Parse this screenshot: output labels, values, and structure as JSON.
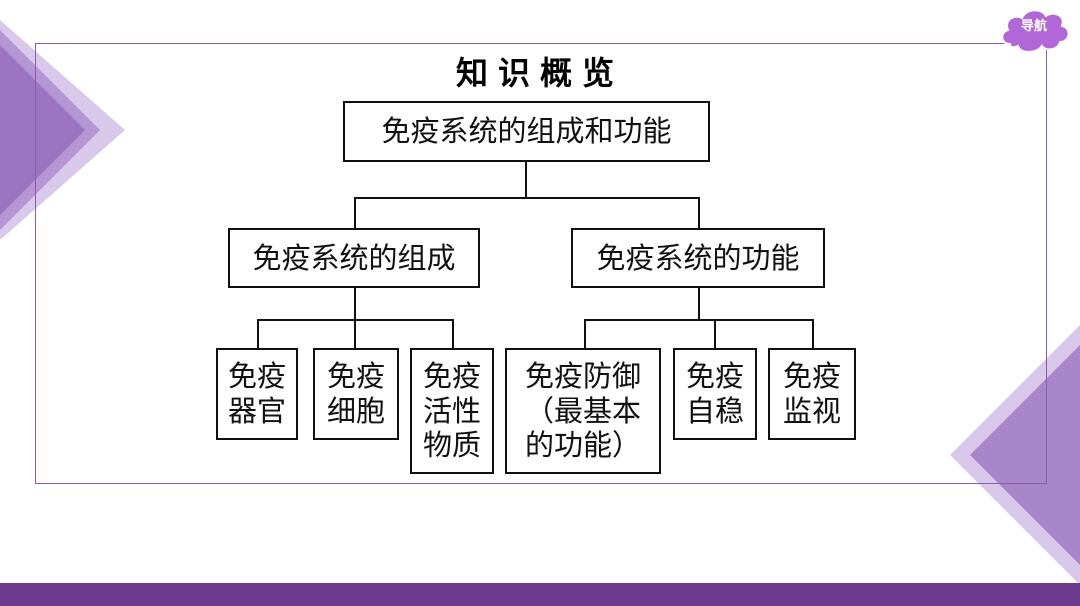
{
  "title": "知识概览",
  "nav": {
    "label": "导航"
  },
  "root": {
    "label": "免疫系统的组成和功能"
  },
  "branches": [
    {
      "label": "免疫系统的组成",
      "children": [
        "免疫\n器官",
        "免疫\n细胞",
        "免疫\n活性\n物质"
      ]
    },
    {
      "label": "免疫系统的功能",
      "children": [
        "免疫防御\n（最基本\n的功能）",
        "免疫\n自稳",
        "免疫\n监视"
      ]
    }
  ],
  "colors": {
    "accent": "#6b3a8d",
    "frame": "#8c5bb0",
    "cloud": "#b267d8"
  }
}
